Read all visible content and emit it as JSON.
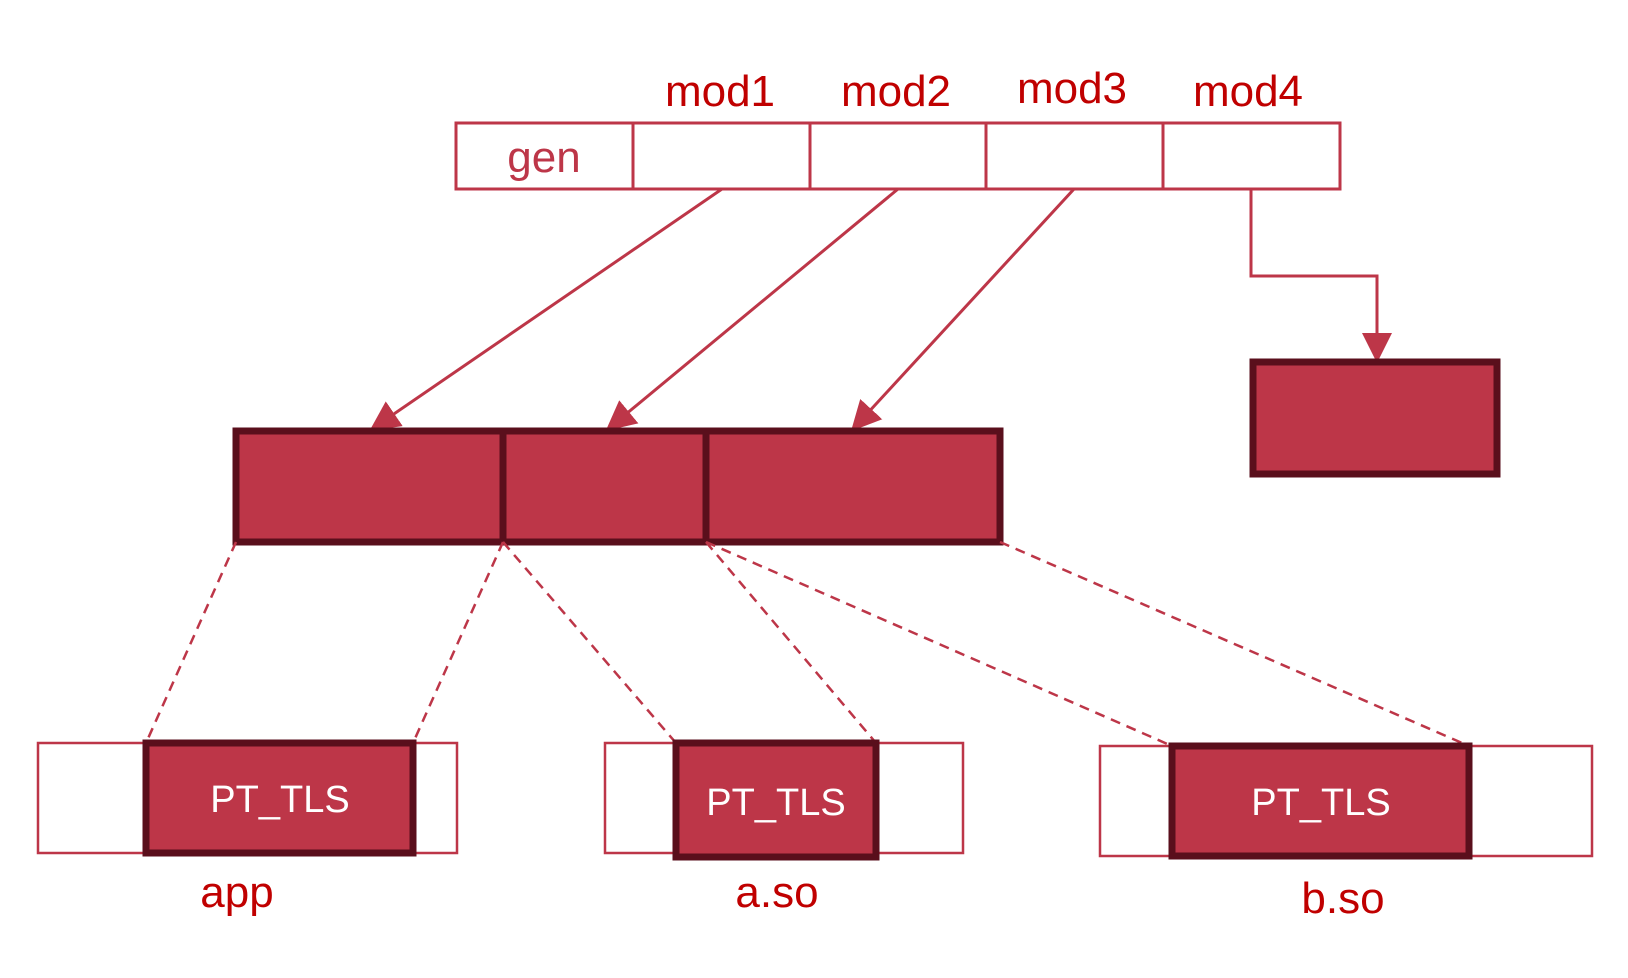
{
  "dtv": {
    "gen_label": "gen",
    "module_headers": [
      "mod1",
      "mod2",
      "mod3",
      "mod4"
    ]
  },
  "modules": [
    {
      "name": "app",
      "segment_label": "PT_TLS"
    },
    {
      "name": "a.so",
      "segment_label": "PT_TLS"
    },
    {
      "name": "b.so",
      "segment_label": "PT_TLS"
    }
  ],
  "colors": {
    "label_red": "#c00000",
    "block_fill": "#bd3648",
    "block_border": "#5a0f1c",
    "line": "#bd3648"
  }
}
